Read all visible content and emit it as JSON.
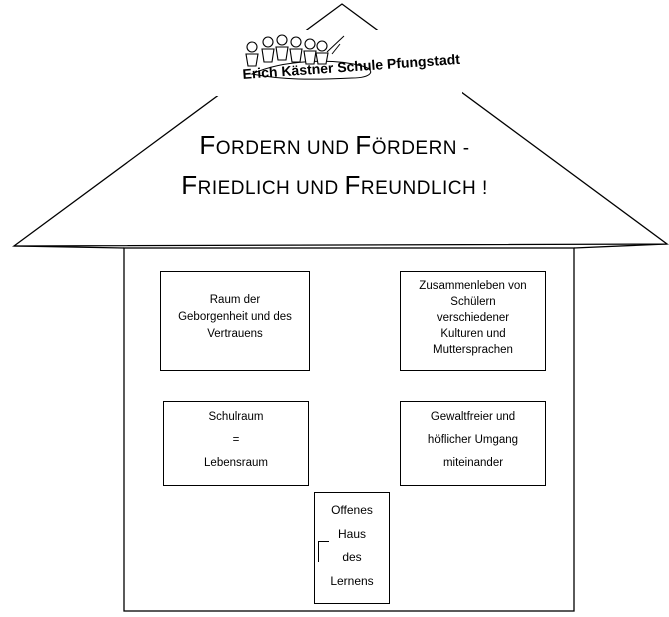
{
  "school": {
    "name": "Erich Kästner Schule Pfungstadt",
    "logo_icon": "school-children-plane-logo-icon"
  },
  "motto": {
    "line1": [
      {
        "cap": "F",
        "rest": "ORDERN UND "
      },
      {
        "cap": "F",
        "rest": "ÖRDERN -"
      }
    ],
    "line2": [
      {
        "cap": "F",
        "rest": "RIEDLICH UND "
      },
      {
        "cap": "F",
        "rest": "REUNDLICH !"
      }
    ]
  },
  "boxes": {
    "geborgenheit": [
      "Raum der",
      "Geborgenheit und des",
      "Vertrauens"
    ],
    "zusammenleben": [
      "Zusammenleben von",
      "Schülern",
      "verschiedener",
      "Kulturen und",
      "Muttersprachen"
    ],
    "schulraum": [
      "Schulraum",
      "=",
      "Lebensraum"
    ],
    "gewaltfrei": [
      "Gewaltfreier und",
      "höflicher Umgang",
      "miteinander"
    ],
    "offenes_haus": [
      "Offenes",
      "Haus",
      "des",
      "Lernens"
    ]
  }
}
